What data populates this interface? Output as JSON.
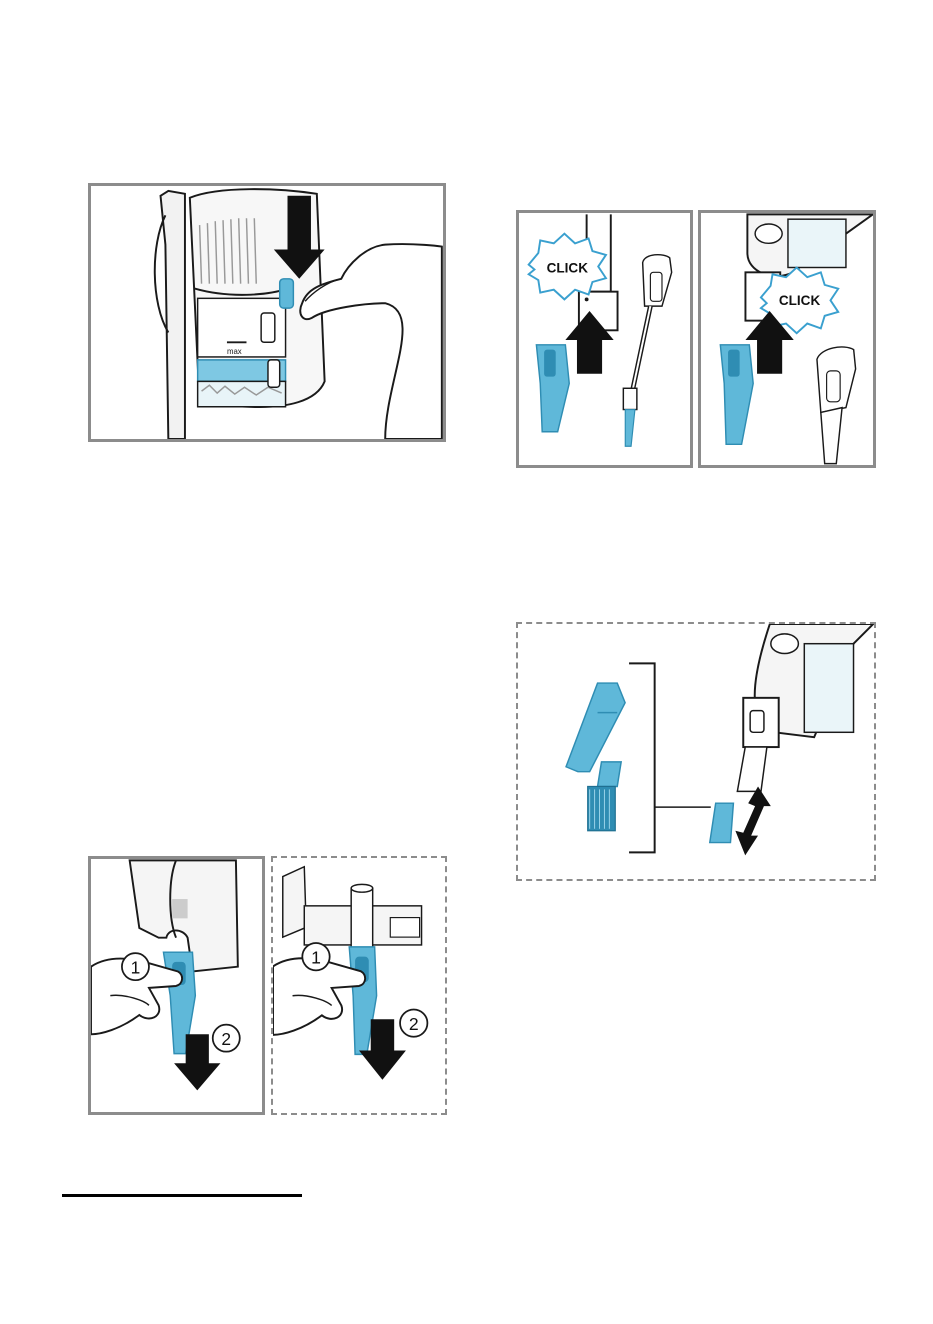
{
  "figures": {
    "fig1": {
      "name": "empty-dust-container"
    },
    "fig2": {
      "name": "attach-handle-click"
    },
    "fig3": {
      "name": "attach-handheld-click"
    },
    "fig4": {
      "name": "accessory-nozzles"
    },
    "fig5": {
      "name": "remove-nozzle-vacuum"
    },
    "fig6": {
      "name": "remove-nozzle-holder"
    }
  },
  "labels": {
    "max": "max",
    "click_1": "CLICK",
    "click_2": "CLICK",
    "step1_a": "1",
    "step2_a": "2",
    "step1_b": "1",
    "step2_b": "2"
  },
  "colors": {
    "accent_blue": "#5fb8d9",
    "accent_blue_dark": "#2f8db3",
    "line": "#1a1a1a",
    "frame": "#8c8c8c"
  },
  "icons": [
    "down-arrow-icon",
    "up-arrow-icon",
    "click-burst-icon",
    "double-arrow-icon",
    "hand-icon"
  ]
}
